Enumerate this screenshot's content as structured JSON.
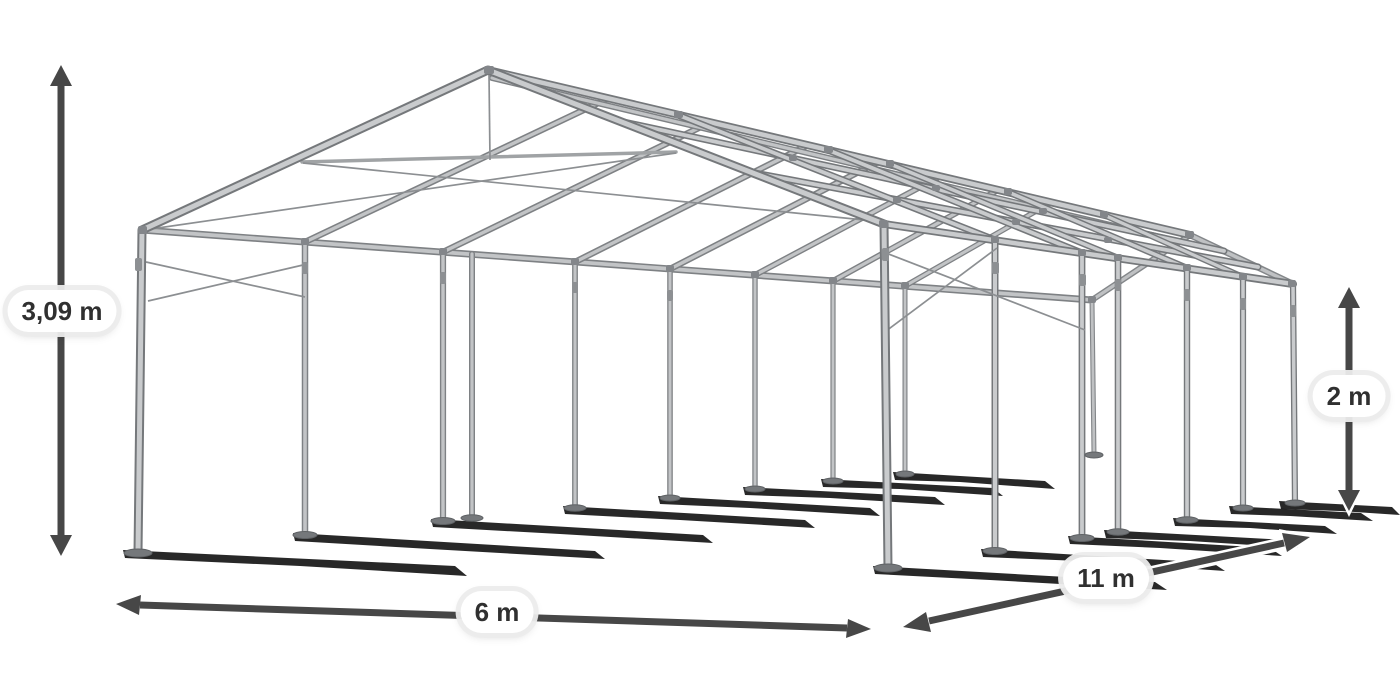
{
  "diagram": {
    "subject": "tent-frame-wireframe",
    "labels": {
      "total_height": "3,09 m",
      "side_height": "2 m",
      "width": "6 m",
      "length": "11 m"
    },
    "arrows": {
      "total_height": "vertical-double-headed-arrow",
      "side_height": "vertical-double-headed-arrow",
      "width": "horizontal-double-headed-arrow",
      "length": "diagonal-double-headed-arrow"
    },
    "colors": {
      "background": "#ffffff",
      "pipe_core": "#c9cbcd",
      "pipe_edge": "#75787b",
      "joint": "#83868a",
      "ground_shadow": "#0a0a0a",
      "arrow": "#474747",
      "label_background": "#ffffff",
      "label_text": "#303030"
    }
  }
}
